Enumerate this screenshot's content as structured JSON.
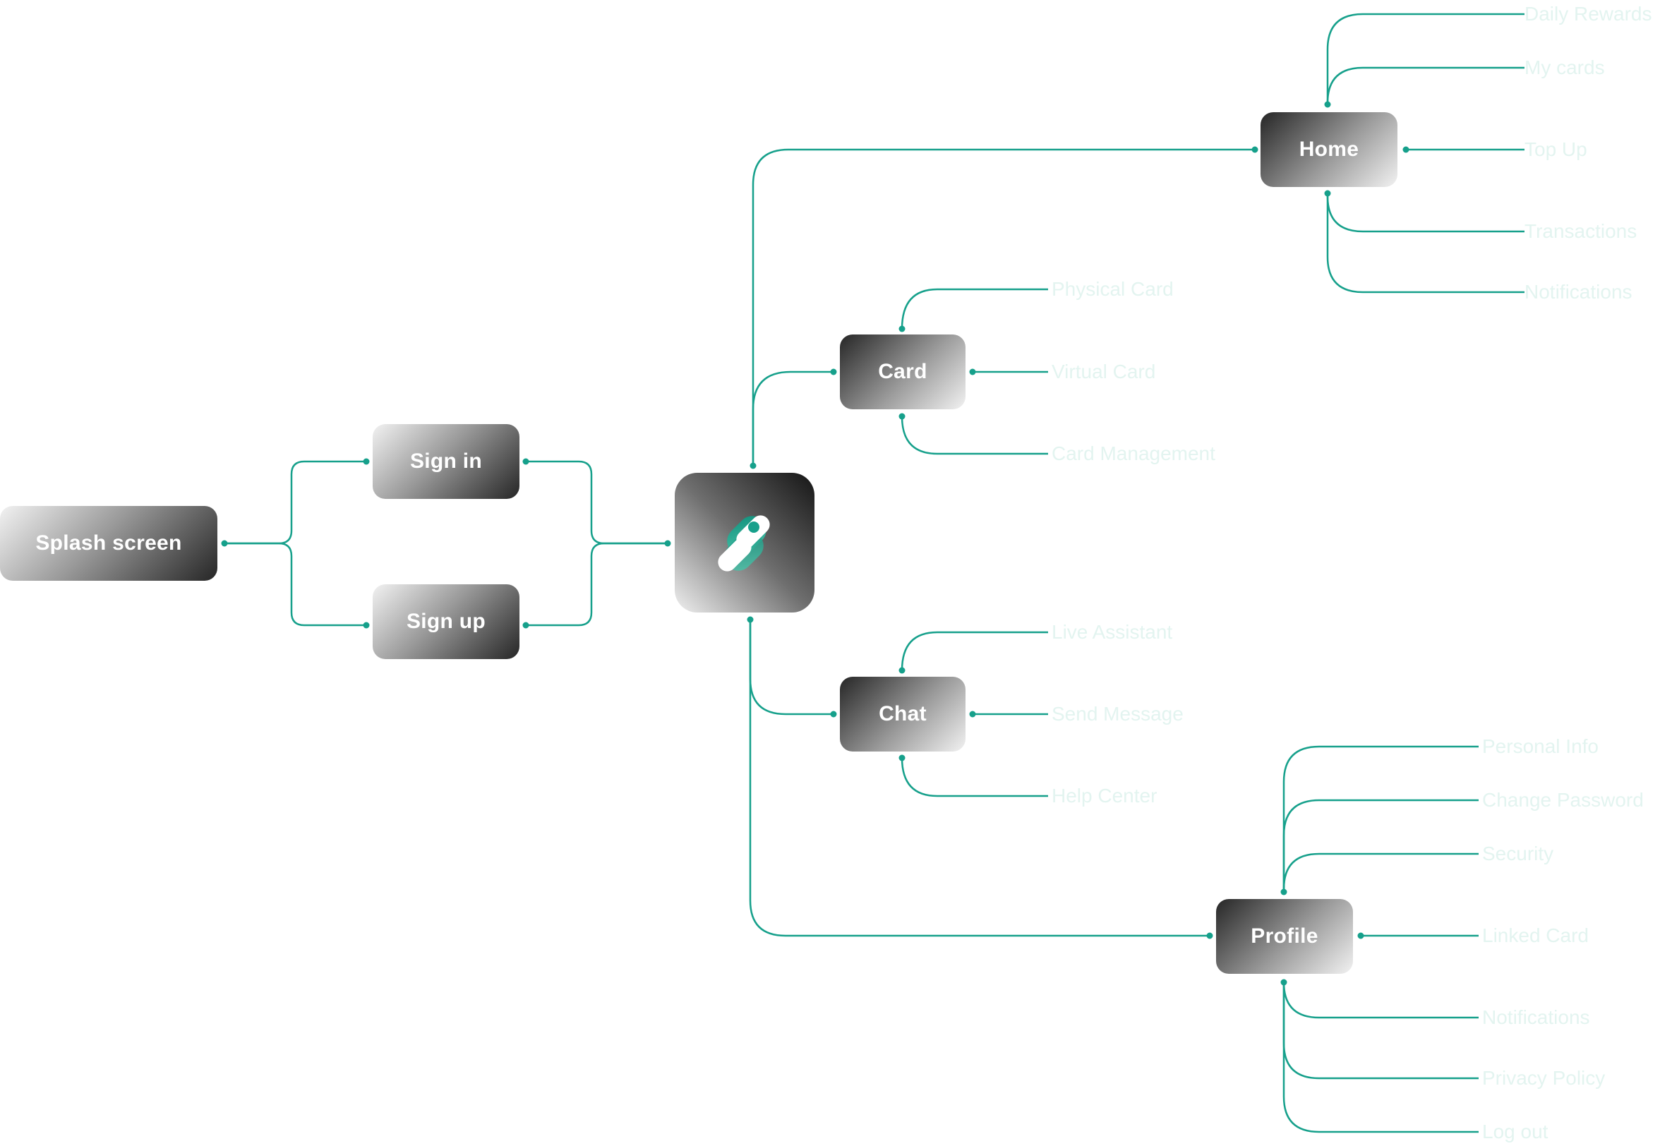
{
  "nodes": {
    "splash": "Splash screen",
    "sign_in": "Sign in",
    "sign_up": "Sign up",
    "hub_icon": "app-logo-icon",
    "home": "Home",
    "card": "Card",
    "chat": "Chat",
    "profile": "Profile"
  },
  "colors": {
    "link": "#16a08b",
    "node_dark": "#262626",
    "node_light": "#f2f2f2",
    "logo_accent": "#16a08b"
  },
  "leaves": {
    "home": [
      "Daily Rewards",
      "My cards",
      "Top Up",
      "Transactions",
      "Notifications"
    ],
    "card": [
      "Physical Card",
      "Virtual Card",
      "Card Management"
    ],
    "chat": [
      "Live Assistant",
      "Send Message",
      "Help Center"
    ],
    "profile": [
      "Personal Info",
      "Change Password",
      "Security",
      "Linked Card",
      "Notifications",
      "Privacy Policy",
      "Log out"
    ]
  }
}
